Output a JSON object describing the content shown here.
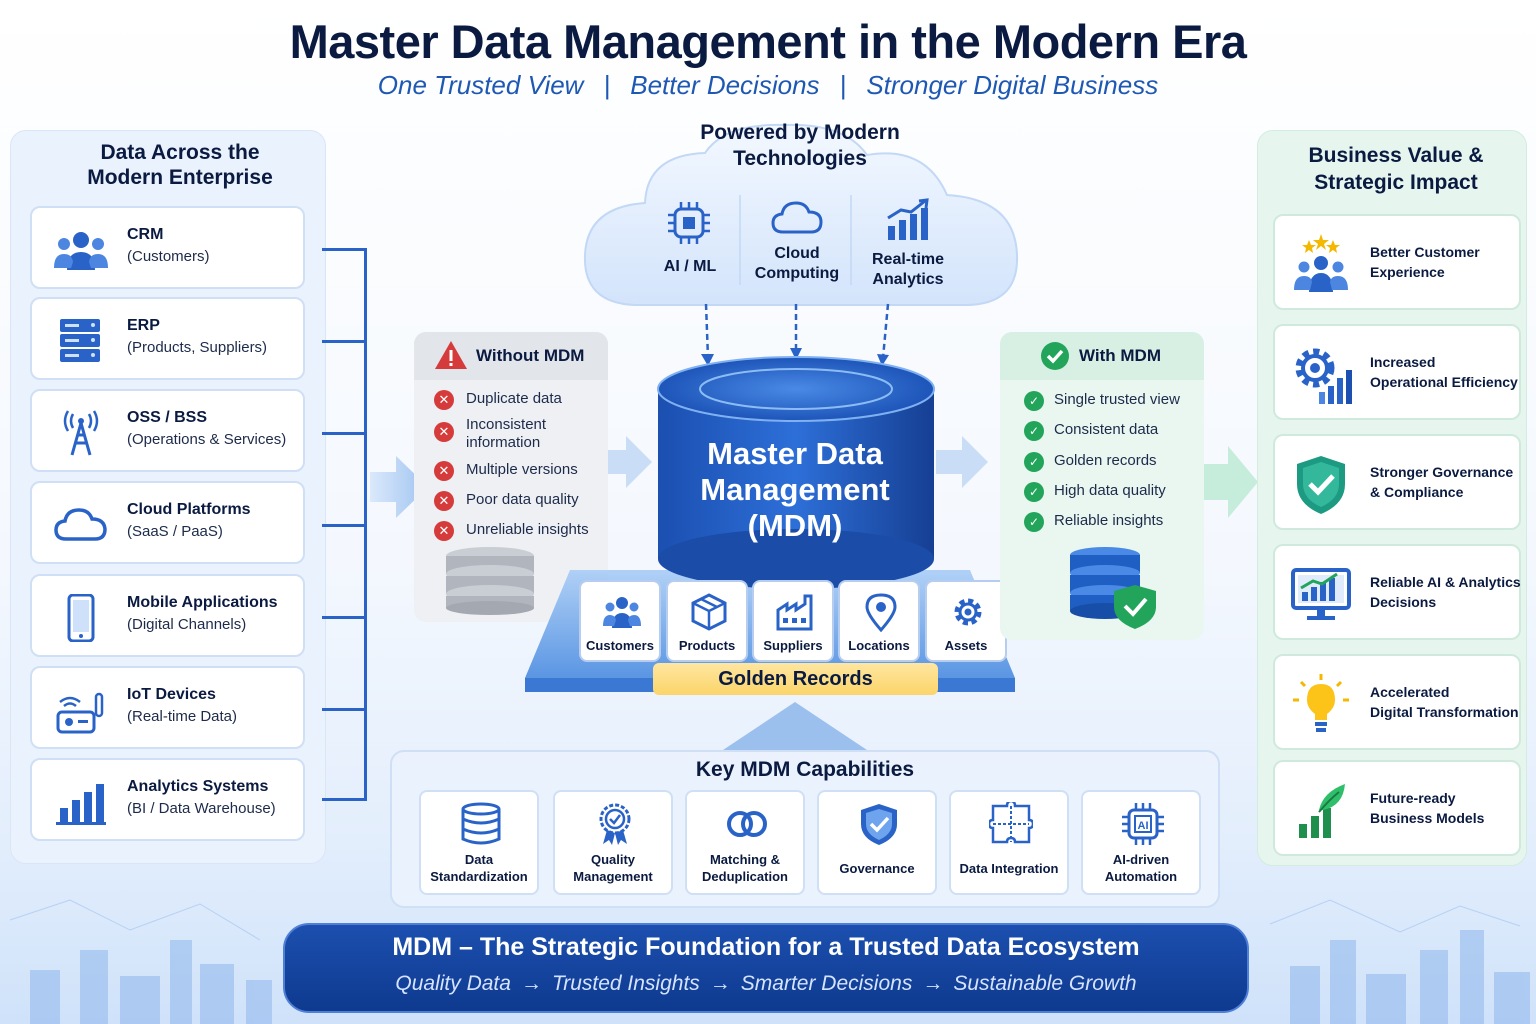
{
  "header": {
    "title": "Master Data Management in the Modern Era",
    "subtitle_parts": [
      "One Trusted View",
      "Better Decisions",
      "Stronger Digital Business"
    ],
    "separator": "|"
  },
  "sources": {
    "title_line1": "Data Across the",
    "title_line2": "Modern Enterprise",
    "items": [
      {
        "name": "CRM",
        "desc": "(Customers)",
        "icon": "users-icon"
      },
      {
        "name": "ERP",
        "desc": "(Products, Suppliers)",
        "icon": "server-icon"
      },
      {
        "name": "OSS / BSS",
        "desc": "(Operations & Services)",
        "icon": "tower-icon"
      },
      {
        "name": "Cloud Platforms",
        "desc": "(SaaS / PaaS)",
        "icon": "cloud-icon"
      },
      {
        "name": "Mobile Applications",
        "desc": "(Digital Channels)",
        "icon": "phone-icon"
      },
      {
        "name": "IoT Devices",
        "desc": "(Real-time Data)",
        "icon": "iot-icon"
      },
      {
        "name": "Analytics Systems",
        "desc": "(BI / Data Warehouse)",
        "icon": "bar-chart-icon"
      }
    ]
  },
  "tech": {
    "title_line1": "Powered by Modern",
    "title_line2": "Technologies",
    "items": [
      {
        "label": "AI / ML",
        "icon": "brain-chip-icon"
      },
      {
        "label_line1": "Cloud",
        "label_line2": "Computing",
        "icon": "cloud-icon"
      },
      {
        "label_line1": "Real-time",
        "label_line2": "Analytics",
        "icon": "growth-chart-icon"
      }
    ]
  },
  "without": {
    "title": "Without MDM",
    "items": [
      "Duplicate data",
      "Inconsistent",
      "information",
      "Multiple versions",
      "Poor data quality",
      "Unreliable insights"
    ]
  },
  "center": {
    "line1": "Master Data",
    "line2": "Management",
    "line3": "(MDM)",
    "entities": [
      "Customers",
      "Products",
      "Suppliers",
      "Locations",
      "Assets"
    ],
    "golden": "Golden Records"
  },
  "with": {
    "title": "With MDM",
    "items": [
      "Single trusted view",
      "Consistent data",
      "Golden records",
      "High data quality",
      "Reliable insights"
    ]
  },
  "capabilities": {
    "title": "Key MDM Capabilities",
    "items": [
      {
        "l1": "Data",
        "l2": "Standardization",
        "icon": "database-icon"
      },
      {
        "l1": "Quality",
        "l2": "Management",
        "icon": "quality-badge-icon"
      },
      {
        "l1": "Matching &",
        "l2": "Deduplication",
        "icon": "rings-icon"
      },
      {
        "l1": "Governance",
        "l2": "",
        "icon": "shield-check-icon"
      },
      {
        "l1": "Data Integration",
        "l2": "",
        "icon": "puzzle-icon"
      },
      {
        "l1": "AI-driven",
        "l2": "Automation",
        "icon": "ai-chip-icon"
      }
    ]
  },
  "value": {
    "title_line1": "Business Value &",
    "title_line2": "Strategic Impact",
    "items": [
      {
        "l1": "Better Customer",
        "l2": "Experience",
        "icon": "users-stars-icon"
      },
      {
        "l1": "Increased",
        "l2": "Operational Efficiency",
        "icon": "gear-chart-icon"
      },
      {
        "l1": "Stronger Governance",
        "l2": "& Compliance",
        "icon": "shield-check-icon"
      },
      {
        "l1": "Reliable AI & Analytics",
        "l2": "Decisions",
        "icon": "monitor-chart-icon"
      },
      {
        "l1": "Accelerated",
        "l2": "Digital Transformation",
        "icon": "lightbulb-icon"
      },
      {
        "l1": "Future-ready",
        "l2": "Business Models",
        "icon": "growth-leaf-icon"
      }
    ]
  },
  "footer": {
    "title": "MDM – The Strategic Foundation for a Trusted Data Ecosystem",
    "flow": [
      "Quality Data",
      "Trusted Insights",
      "Smarter Decisions",
      "Sustainable Growth"
    ],
    "arrow": "→"
  },
  "colors": {
    "brand_blue": "#1f58b3",
    "dark_navy": "#0a1a40",
    "negative_red": "#d63b3b",
    "positive_green": "#22a55a",
    "golden": "#fbd56a"
  }
}
